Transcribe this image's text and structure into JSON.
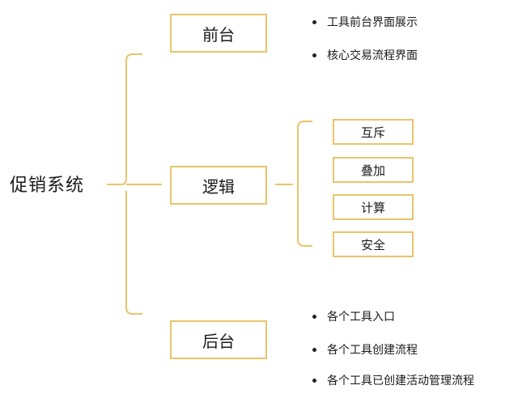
{
  "root": "促销系统",
  "branches": {
    "front": {
      "label": "前台",
      "notes": [
        "工具前台界面展示",
        "核心交易流程界面"
      ]
    },
    "logic": {
      "label": "逻辑",
      "children": [
        "互斥",
        "叠加",
        "计算",
        "安全"
      ]
    },
    "back": {
      "label": "后台",
      "notes": [
        "各个工具入口",
        "各个工具创建流程",
        "各个工具已创建活动管理流程"
      ]
    }
  },
  "colors": {
    "accent": "#e9c46a",
    "text": "#1a1a1a"
  }
}
